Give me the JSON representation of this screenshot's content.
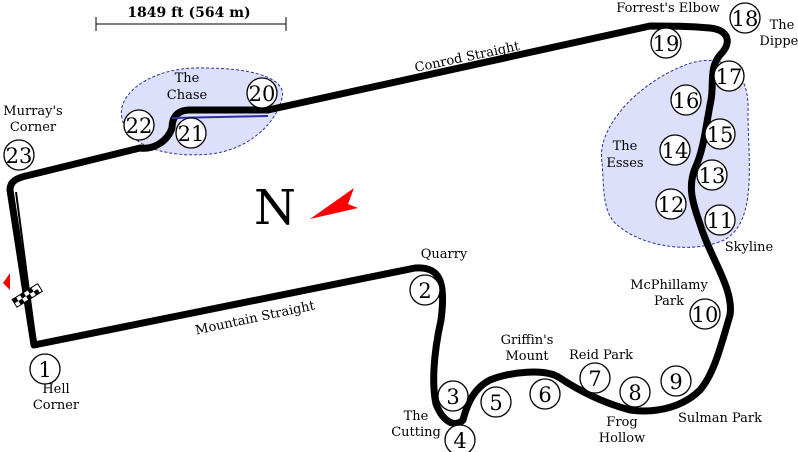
{
  "scale": {
    "text": "1849 ft (564 m)"
  },
  "north": {
    "letter": "N"
  },
  "colors": {
    "track": "#000000",
    "zone_fill": "#dde0fb",
    "zone_stroke": "#2b2f9e",
    "arrow": "#ff0000",
    "start_finish": "#ff0000"
  },
  "zones": {
    "chase": "The Chase",
    "esses": "The Esses"
  },
  "straights": {
    "conrod": "Conrod Straight",
    "mountain": "Mountain Straight"
  },
  "corners": [
    {
      "number": "1",
      "name_lines": [
        "Hell",
        "Corner"
      ]
    },
    {
      "number": "2",
      "name_lines": [
        "Quarry"
      ]
    },
    {
      "number": "3",
      "name_lines": []
    },
    {
      "number": "4",
      "name_lines": [
        "The",
        "Cutting"
      ]
    },
    {
      "number": "5",
      "name_lines": []
    },
    {
      "number": "6",
      "name_lines": [
        "Griffin's",
        "Mount"
      ]
    },
    {
      "number": "7",
      "name_lines": [
        "Reid Park"
      ]
    },
    {
      "number": "8",
      "name_lines": [
        "Frog",
        "Hollow"
      ]
    },
    {
      "number": "9",
      "name_lines": [
        "Sulman Park"
      ]
    },
    {
      "number": "10",
      "name_lines": [
        "McPhillamy",
        "Park"
      ]
    },
    {
      "number": "11",
      "name_lines": [
        "Skyline"
      ]
    },
    {
      "number": "12",
      "name_lines": []
    },
    {
      "number": "13",
      "name_lines": []
    },
    {
      "number": "14",
      "name_lines": []
    },
    {
      "number": "15",
      "name_lines": []
    },
    {
      "number": "16",
      "name_lines": []
    },
    {
      "number": "17",
      "name_lines": []
    },
    {
      "number": "18",
      "name_lines": [
        "The",
        "Dipper"
      ]
    },
    {
      "number": "19",
      "name_lines": [
        "Forrest's Elbow"
      ]
    },
    {
      "number": "20",
      "name_lines": []
    },
    {
      "number": "21",
      "name_lines": []
    },
    {
      "number": "22",
      "name_lines": []
    },
    {
      "number": "23",
      "name_lines": [
        "Murray's",
        "Corner"
      ]
    }
  ]
}
